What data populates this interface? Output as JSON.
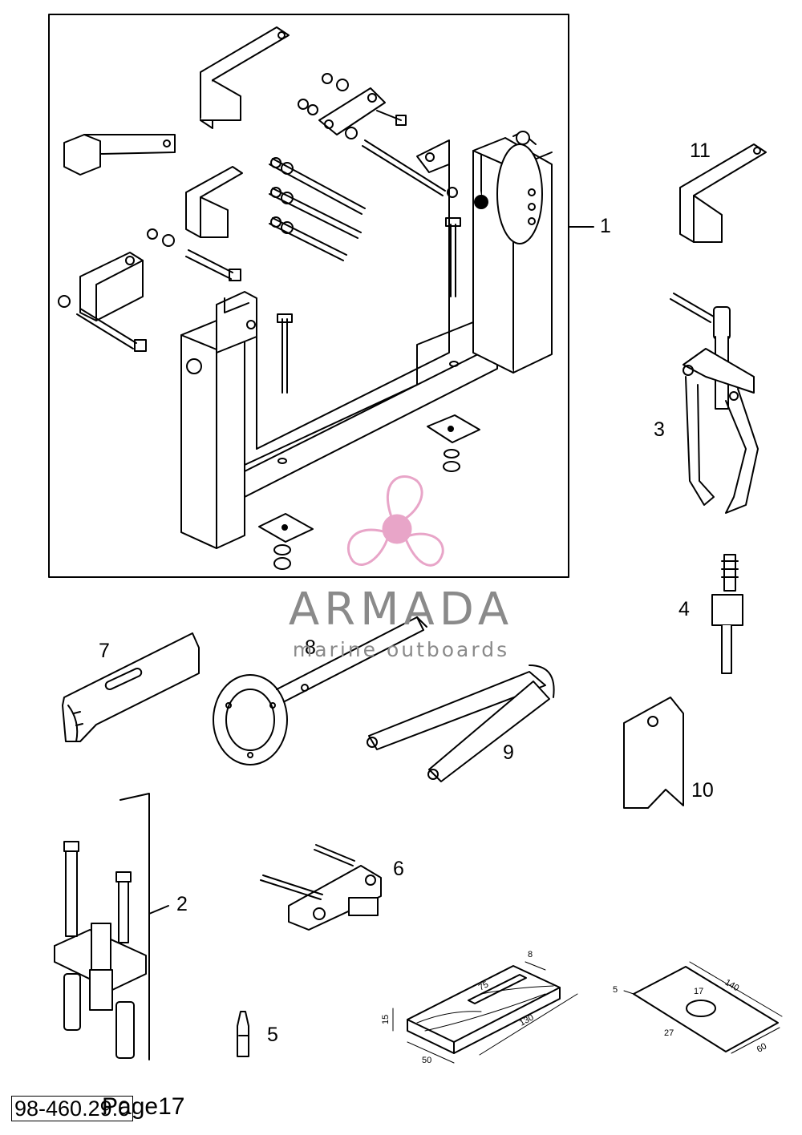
{
  "callouts": {
    "c1": "1",
    "c2": "2",
    "c3": "3",
    "c4": "4",
    "c5": "5",
    "c6": "6",
    "c7": "7",
    "c8": "8",
    "c9": "9",
    "c10": "10",
    "c11": "11"
  },
  "watermark": {
    "brand": "ARMADA",
    "subtitle": "marine outboards",
    "logo_color": "#e8a5c8",
    "text_color": "#8a8a8a"
  },
  "wood_block_dims": {
    "thickness": "15",
    "width": "50",
    "length": "130",
    "slot_length": "75",
    "slot_width": "8"
  },
  "plate_dims": {
    "edge": "5",
    "hole": "17",
    "length": "140",
    "offset": "27",
    "width": "60"
  },
  "footer": {
    "doc_number": "98-460.29.0",
    "page": "Page17"
  }
}
